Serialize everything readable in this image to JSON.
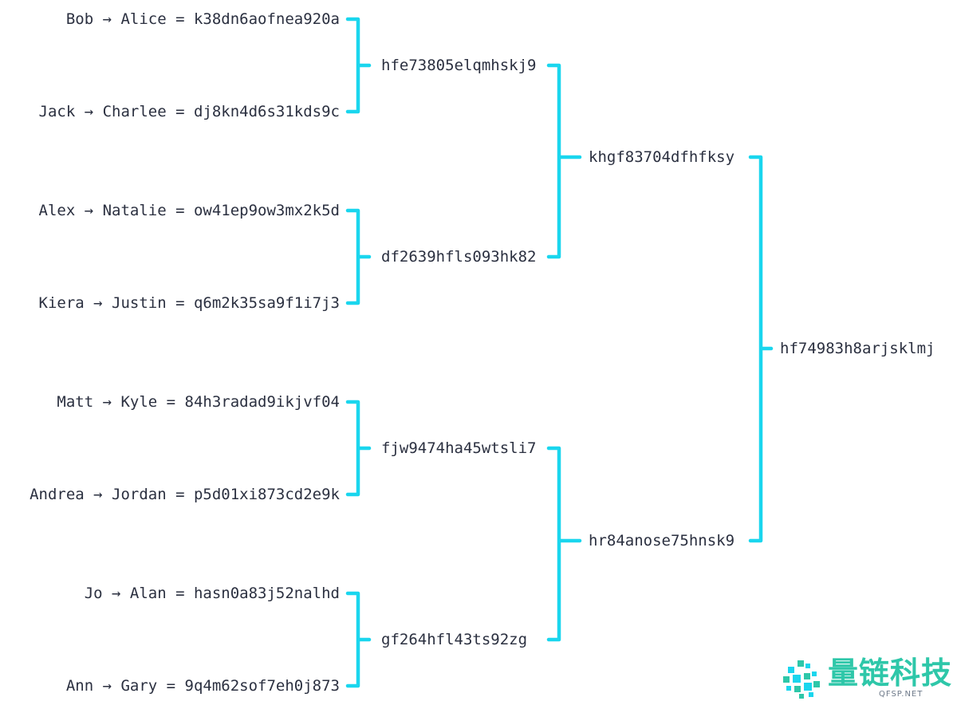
{
  "leaves": [
    {
      "text": "Bob → Alice = k38dn6aofnea920a"
    },
    {
      "text": "Jack → Charlee = dj8kn4d6s31kds9c"
    },
    {
      "text": "Alex → Natalie = ow41ep9ow3mx2k5d"
    },
    {
      "text": "Kiera → Justin = q6m2k35sa9f1i7j3"
    },
    {
      "text": "Matt → Kyle = 84h3radad9ikjvf04"
    },
    {
      "text": "Andrea → Jordan = p5d01xi873cd2e9k"
    },
    {
      "text": "Jo → Alan = hasn0a83j52nalhd"
    },
    {
      "text": "Ann → Gary = 9q4m62sof7eh0j873"
    }
  ],
  "level1": [
    {
      "hash": "hfe73805elqmhskj9"
    },
    {
      "hash": "df2639hfls093hk82"
    },
    {
      "hash": "fjw9474ha45wtsli7"
    },
    {
      "hash": "gf264hfl43ts92zg"
    }
  ],
  "level2": [
    {
      "hash": "khgf83704dfhfksy"
    },
    {
      "hash": "hr84anose75hnsk9"
    }
  ],
  "root": {
    "hash": "hf74983h8arjsklmj"
  },
  "colors": {
    "connector": "#1ad6ee",
    "text": "#2b3040",
    "logo": "#2ec7a9"
  },
  "logo": {
    "name": "量链科技",
    "domain": "QFSP.NET"
  }
}
